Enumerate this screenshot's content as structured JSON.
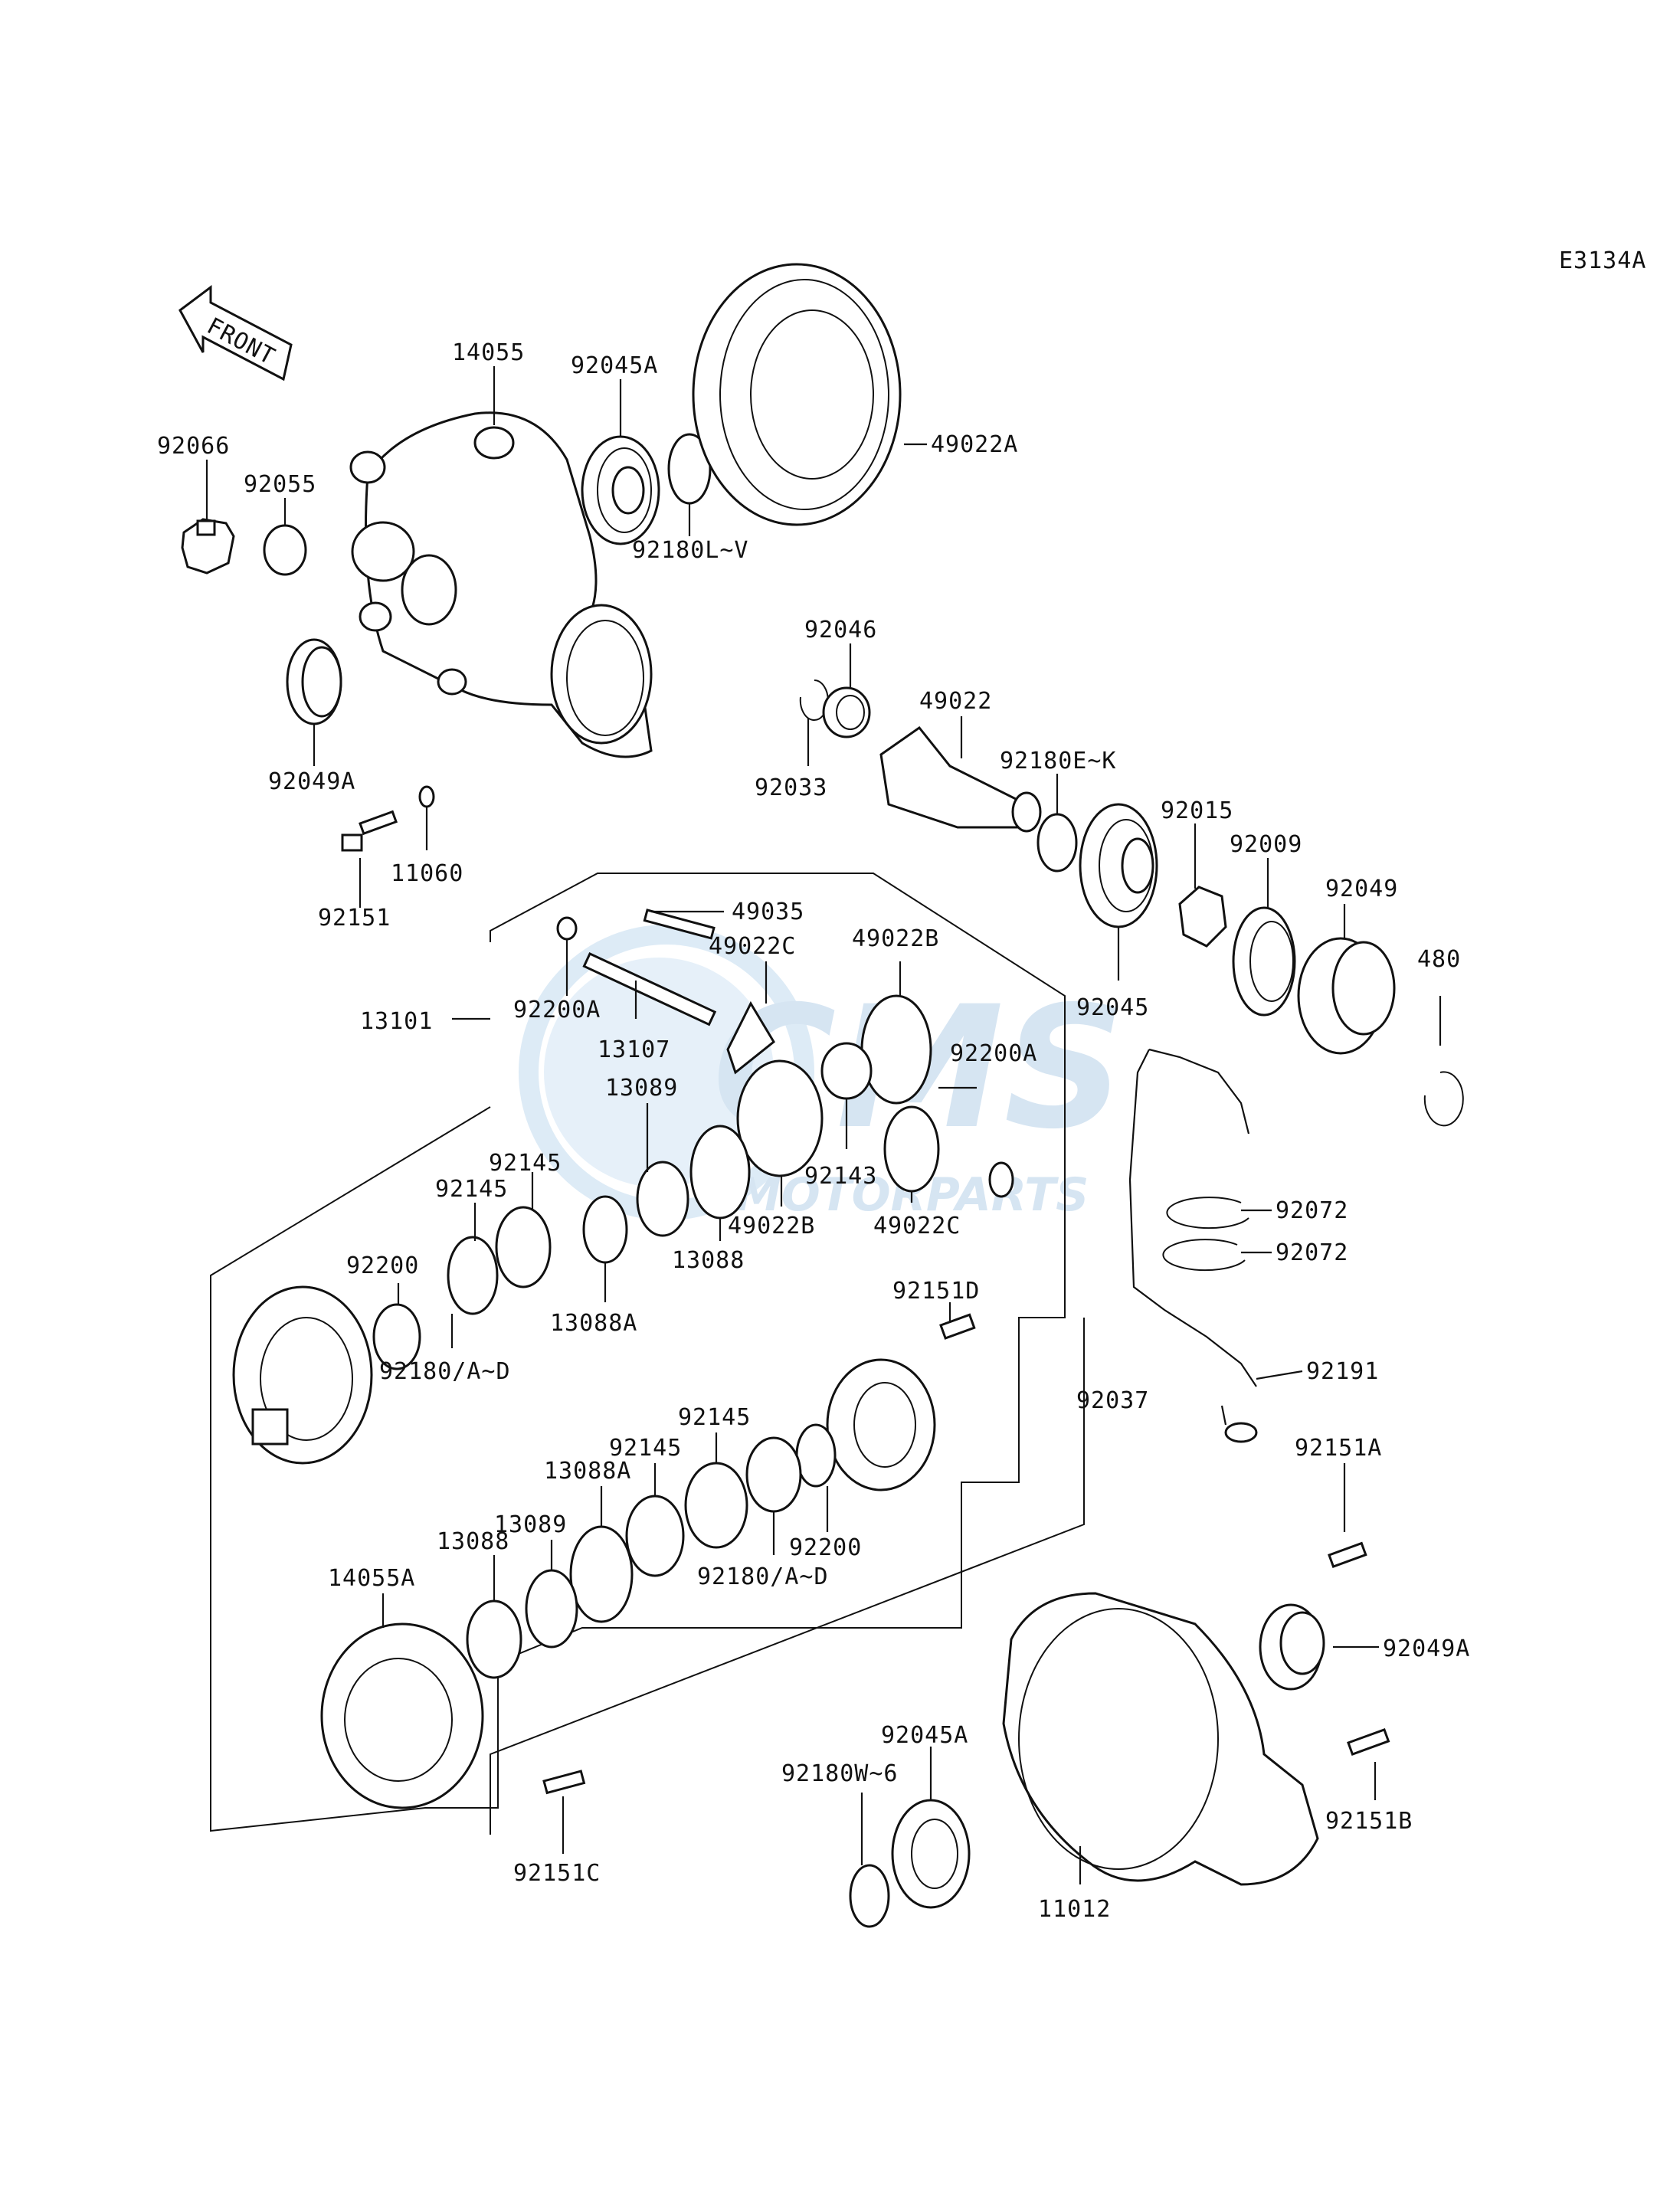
{
  "diagram_code": "E3134A",
  "front_label": "FRONT",
  "watermark": {
    "main": "CMS",
    "sub": "MOTORPARTS"
  },
  "labels": [
    {
      "id": "l14055",
      "text": "14055"
    },
    {
      "id": "l92045A_top",
      "text": "92045A"
    },
    {
      "id": "l49022A",
      "text": "49022A"
    },
    {
      "id": "l92066",
      "text": "92066"
    },
    {
      "id": "l92055",
      "text": "92055"
    },
    {
      "id": "l92180LV",
      "text": "92180L~V"
    },
    {
      "id": "l92046",
      "text": "92046"
    },
    {
      "id": "l49022",
      "text": "49022"
    },
    {
      "id": "l92180EK",
      "text": "92180E~K"
    },
    {
      "id": "l92049A_top",
      "text": "92049A"
    },
    {
      "id": "l92033",
      "text": "92033"
    },
    {
      "id": "l92015",
      "text": "92015"
    },
    {
      "id": "l92009",
      "text": "92009"
    },
    {
      "id": "l92049",
      "text": "92049"
    },
    {
      "id": "l11060",
      "text": "11060"
    },
    {
      "id": "l92151",
      "text": "92151"
    },
    {
      "id": "l49035",
      "text": "49035"
    },
    {
      "id": "l480",
      "text": "480"
    },
    {
      "id": "l49022C_top",
      "text": "49022C"
    },
    {
      "id": "l49022B_top",
      "text": "49022B"
    },
    {
      "id": "l13101",
      "text": "13101"
    },
    {
      "id": "l92200A_left",
      "text": "92200A"
    },
    {
      "id": "l92045",
      "text": "92045"
    },
    {
      "id": "l13107",
      "text": "13107"
    },
    {
      "id": "l13089_top",
      "text": "13089"
    },
    {
      "id": "l92200A_right",
      "text": "92200A"
    },
    {
      "id": "l92145_a",
      "text": "92145"
    },
    {
      "id": "l92145_b",
      "text": "92145"
    },
    {
      "id": "l92143",
      "text": "92143"
    },
    {
      "id": "l49022B_bot",
      "text": "49022B"
    },
    {
      "id": "l49022C_bot",
      "text": "49022C"
    },
    {
      "id": "l92072_a",
      "text": "92072"
    },
    {
      "id": "l13088_top",
      "text": "13088"
    },
    {
      "id": "l92072_b",
      "text": "92072"
    },
    {
      "id": "l92200_top",
      "text": "92200"
    },
    {
      "id": "l13088A_top",
      "text": "13088A"
    },
    {
      "id": "l92151D",
      "text": "92151D"
    },
    {
      "id": "l92191",
      "text": "92191"
    },
    {
      "id": "l92180AD_top",
      "text": "92180/A~D"
    },
    {
      "id": "l92037",
      "text": "92037"
    },
    {
      "id": "l92145_c",
      "text": "92145"
    },
    {
      "id": "l92151A",
      "text": "92151A"
    },
    {
      "id": "l92145_d",
      "text": "92145"
    },
    {
      "id": "l13088A_bot",
      "text": "13088A"
    },
    {
      "id": "l13089_bot",
      "text": "13089"
    },
    {
      "id": "l13088_bot",
      "text": "13088"
    },
    {
      "id": "l92200_bot",
      "text": "92200"
    },
    {
      "id": "l92180AD_bot",
      "text": "92180/A~D"
    },
    {
      "id": "l14055A",
      "text": "14055A"
    },
    {
      "id": "l92049A_bot",
      "text": "92049A"
    },
    {
      "id": "l92045A_bot",
      "text": "92045A"
    },
    {
      "id": "l92180W6",
      "text": "92180W~6"
    },
    {
      "id": "l92151B",
      "text": "92151B"
    },
    {
      "id": "l92151C",
      "text": "92151C"
    },
    {
      "id": "l11012",
      "text": "11012"
    }
  ]
}
